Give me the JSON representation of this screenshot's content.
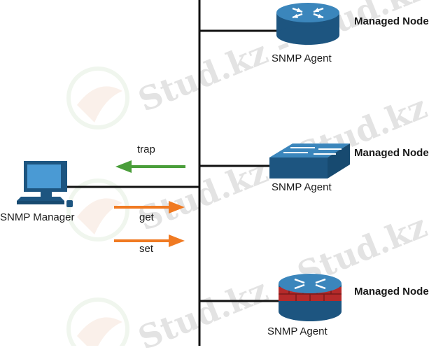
{
  "watermark": {
    "text": "Stud.kz - Stud.kz"
  },
  "manager": {
    "label": "SNMP Manager",
    "icon": "computer-icon"
  },
  "arrows": {
    "trap": {
      "label": "trap",
      "direction": "left",
      "color": "#4a9e3a"
    },
    "get": {
      "label": "get",
      "direction": "right",
      "color": "#f07a22"
    },
    "set": {
      "label": "set",
      "direction": "right",
      "color": "#f07a22"
    }
  },
  "nodes": [
    {
      "node_label": "Managed Node",
      "agent_label": "SNMP Agent",
      "icon": "router-icon"
    },
    {
      "node_label": "Managed Node",
      "agent_label": "SNMP Agent",
      "icon": "switch-icon"
    },
    {
      "node_label": "Managed Node",
      "agent_label": "SNMP Agent",
      "icon": "firewall-router-icon"
    }
  ],
  "colors": {
    "device_blue": "#2a6fa0",
    "device_dark": "#1d5580",
    "line": "#111111",
    "firewall_red": "#b52a2a"
  }
}
